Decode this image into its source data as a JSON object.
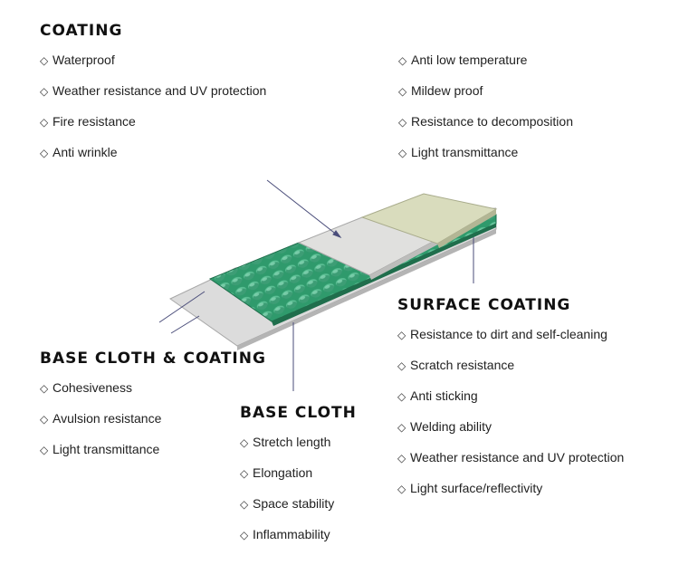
{
  "sections": {
    "coating": {
      "title": "COATING",
      "left_items": [
        "Waterproof",
        "Weather resistance and UV protection",
        "Fire resistance",
        "Anti wrinkle"
      ],
      "right_items": [
        "Anti low temperature",
        "Mildew proof",
        "Resistance to decomposition",
        "Light transmittance"
      ]
    },
    "base_cloth_coating": {
      "title": "BASE CLOTH & COATING",
      "items": [
        "Cohesiveness",
        "Avulsion resistance",
        "Light transmittance"
      ]
    },
    "base_cloth": {
      "title": "BASE CLOTH",
      "items": [
        "Stretch length",
        "Elongation",
        "Space stability",
        "Inflammability"
      ]
    },
    "surface_coating": {
      "title": "SURFACE COATING",
      "items": [
        "Resistance to dirt and self-cleaning",
        "Scratch resistance",
        "Anti sticking",
        "Welding ability",
        "Weather resistance and UV protection",
        "Light surface/reflectivity"
      ]
    }
  },
  "bullet_symbol": "◇",
  "colors": {
    "base_cloth": "#2f9a6c",
    "coating": "#dcdcdc",
    "surface_coating": "#d9dcbd",
    "pointer": "#4a4d7a"
  }
}
